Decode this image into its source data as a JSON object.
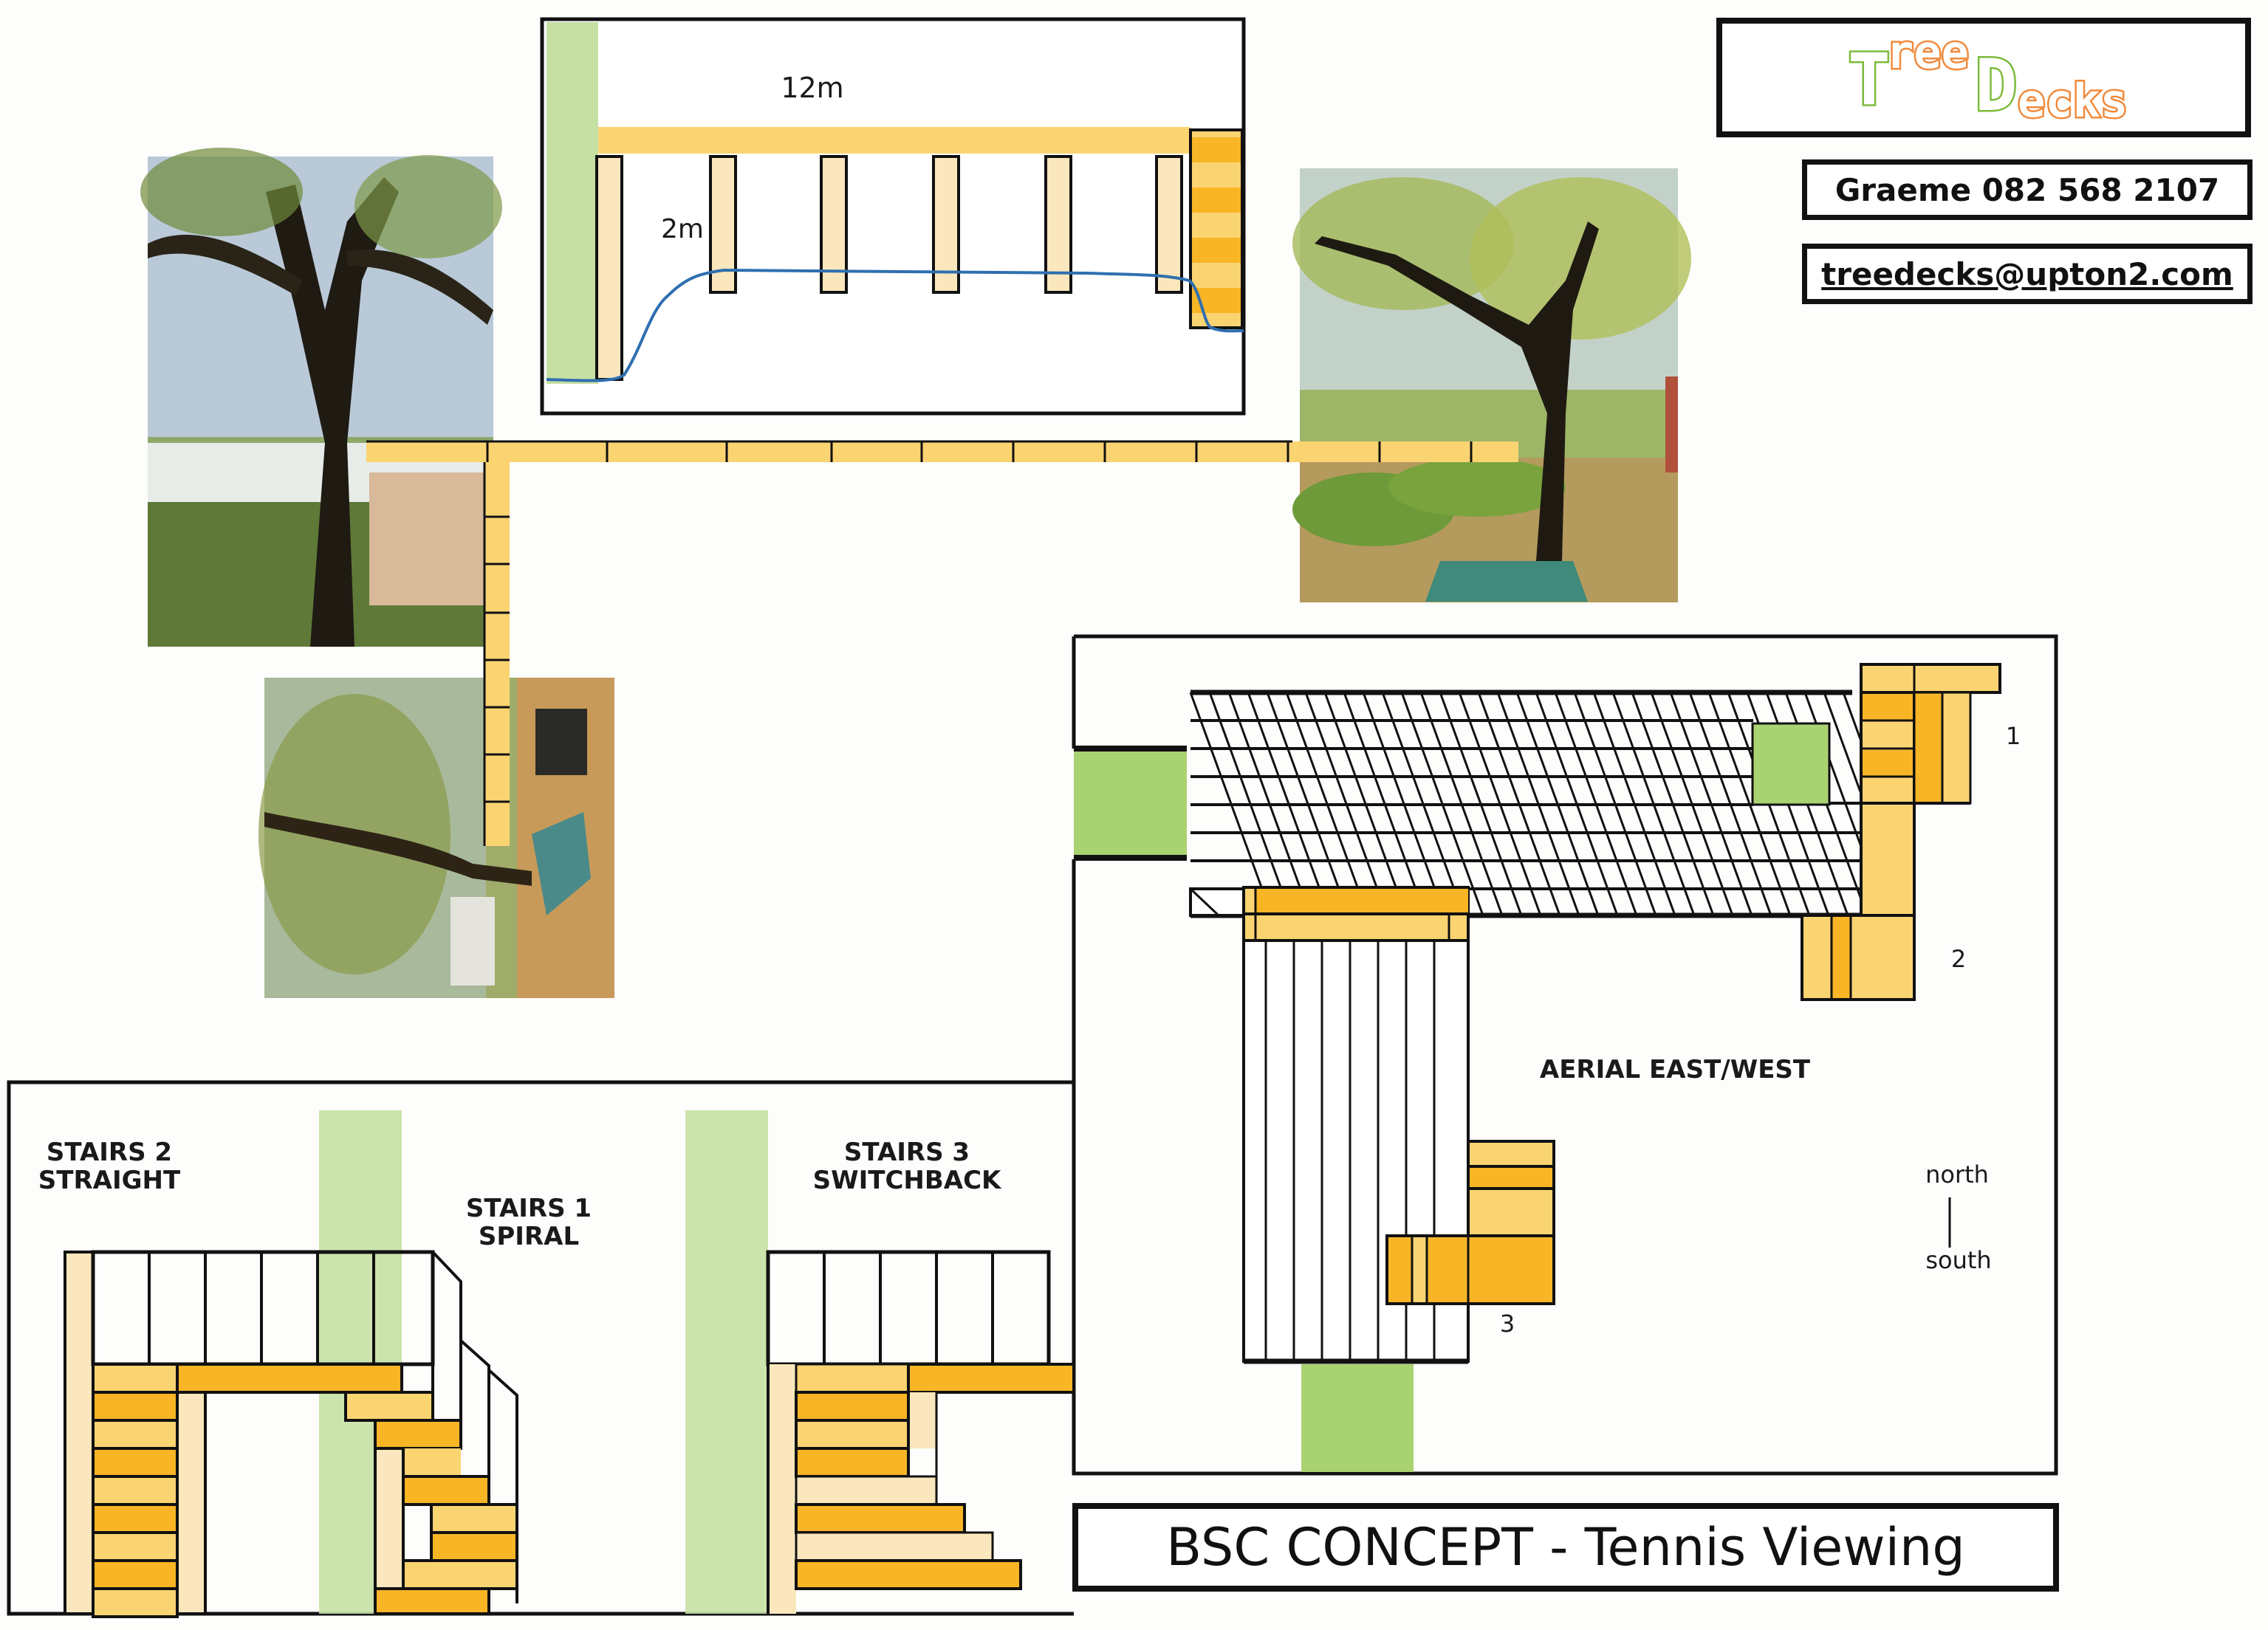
{
  "logo": {
    "parts": [
      "T",
      "ree",
      "D",
      "ecks"
    ],
    "colors": {
      "green": "#7dbb3a",
      "orange": "#f08a3c"
    }
  },
  "contact": {
    "phone_line": "Graeme 082 568 2107",
    "email": "treedecks@upton2.com"
  },
  "elevation": {
    "length_label": "12m",
    "height_label": "2m",
    "post_count": 6
  },
  "photos": [
    {
      "name": "tree-west",
      "description": "Tree beside tennis courts"
    },
    {
      "name": "tree-east",
      "description": "Tree in park with green table"
    },
    {
      "name": "tree-rotated",
      "description": "Tree viewed from below, rotated"
    }
  ],
  "stairs": {
    "stairs2": {
      "line1": "STAIRS 2",
      "line2": "STRAIGHT"
    },
    "stairs1": {
      "line1": "STAIRS 1",
      "line2": "SPIRAL"
    },
    "stairs3": {
      "line1": "STAIRS 3",
      "line2": "SWITCHBACK"
    }
  },
  "aerial": {
    "title": "AERIAL EAST/WEST",
    "markers": [
      "1",
      "2",
      "3"
    ],
    "compass": {
      "north": "north",
      "south": "south"
    }
  },
  "title": "BSC CONCEPT - Tennis Viewing",
  "colors": {
    "deck_light": "#fbd472",
    "deck_dark": "#f8b526",
    "post": "#fbe7bd",
    "tree_green": "#c6e0a4",
    "tree_green_dark": "#a9d271",
    "ground_line": "#2f6fb0"
  }
}
